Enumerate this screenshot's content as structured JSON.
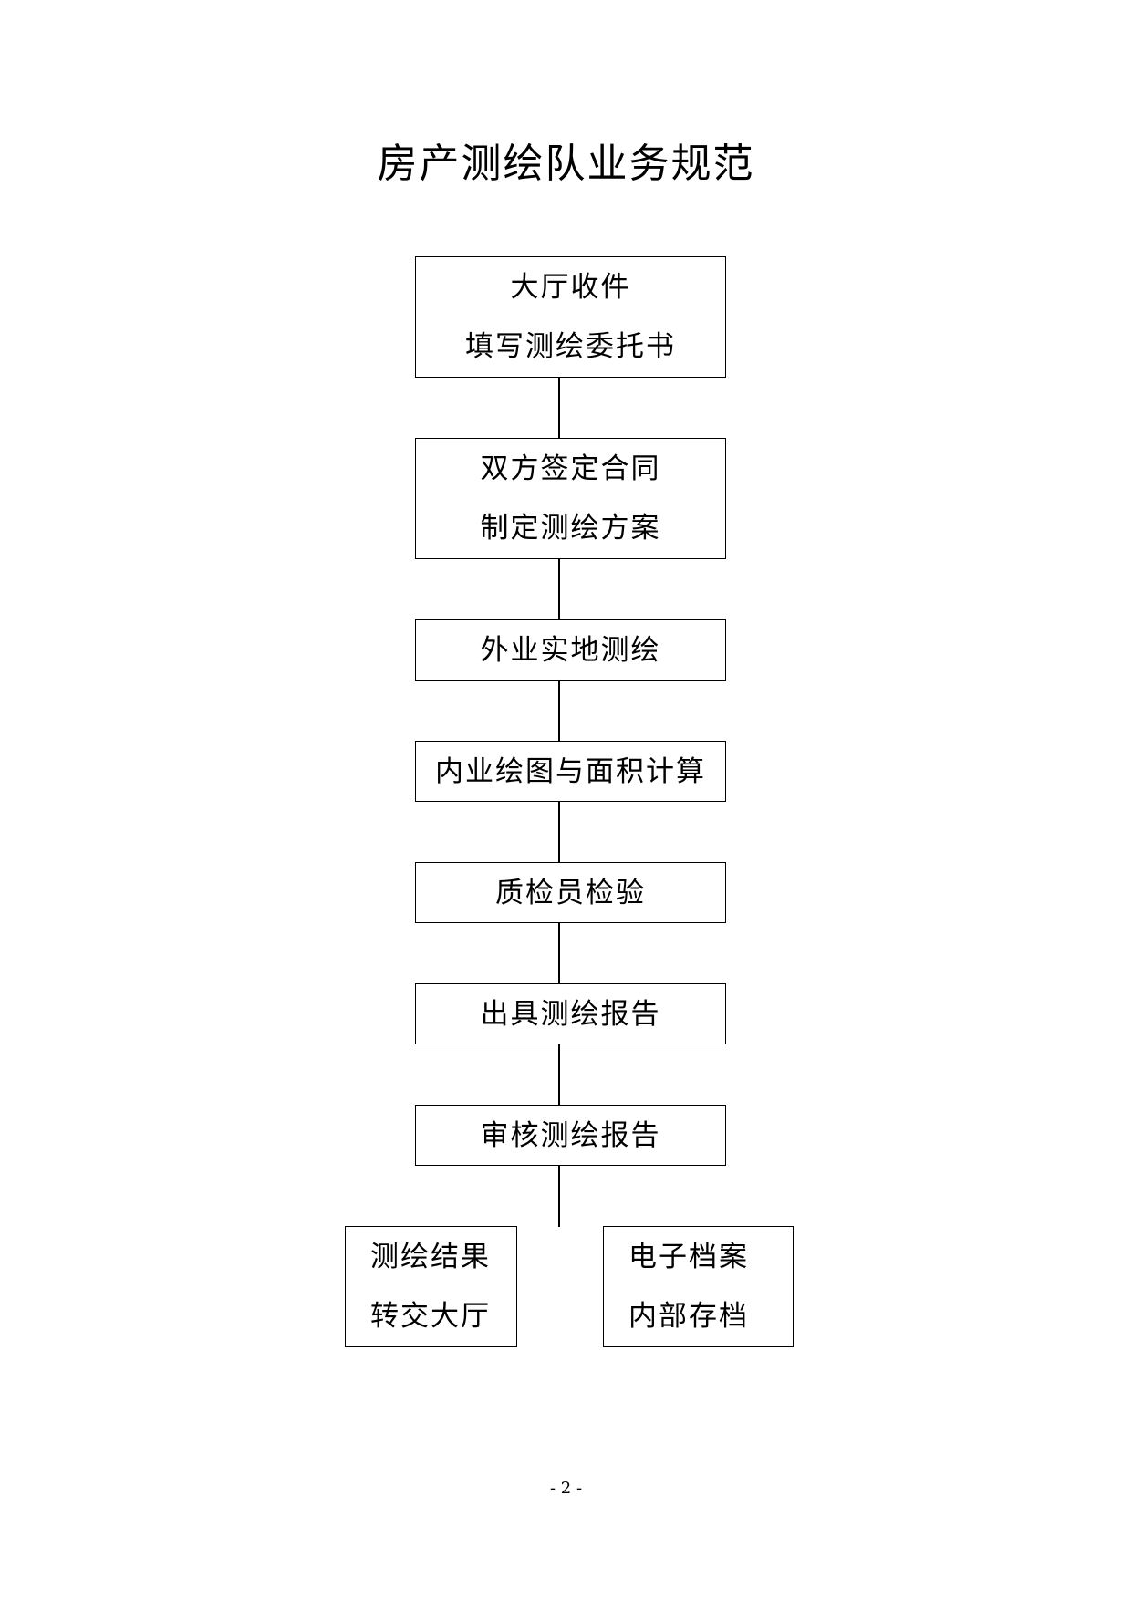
{
  "title": "房产测绘队业务规范",
  "steps": [
    {
      "lines": [
        "大厅收件",
        "填写测绘委托书"
      ]
    },
    {
      "lines": [
        "双方签定合同",
        "制定测绘方案"
      ]
    },
    {
      "lines": [
        "外业实地测绘"
      ]
    },
    {
      "lines": [
        "内业绘图与面积计算"
      ]
    },
    {
      "lines": [
        "质检员检验"
      ]
    },
    {
      "lines": [
        "出具测绘报告"
      ]
    },
    {
      "lines": [
        "审核测绘报告"
      ]
    }
  ],
  "outcomes": [
    {
      "lines": [
        "测绘结果",
        "转交大厅"
      ]
    },
    {
      "lines": [
        "电子档案",
        "内部存档"
      ]
    }
  ],
  "page_number": "- 2 -"
}
